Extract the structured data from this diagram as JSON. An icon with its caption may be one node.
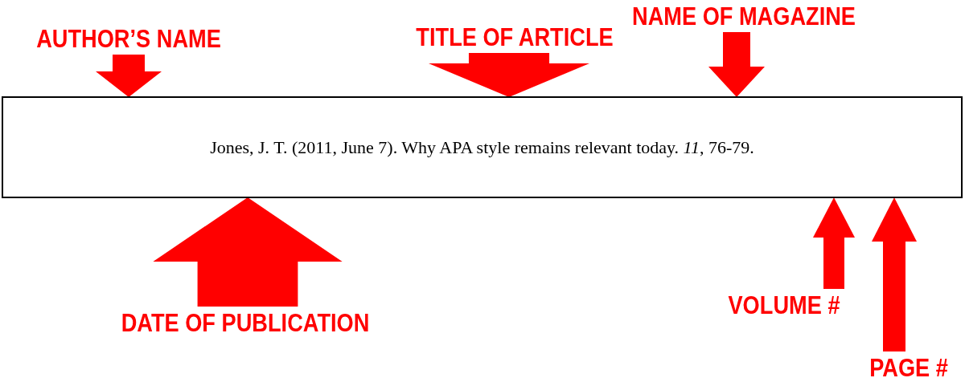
{
  "diagram": {
    "nodes": [
      {
        "text": [
          "AUTHOR’S NAME"
        ]
      },
      {
        "text": [
          "TITLE OF ARTICLE"
        ]
      },
      {
        "text": [
          "NAME OF MAGAZINE"
        ]
      },
      {
        "text": [
          "Jones, J. T. (2011, June 7). Why APA style remains relevant today. *11*, 76-79."
        ]
      },
      {
        "text": [
          "DATE OF PUBLICATION"
        ]
      },
      {
        "text": [
          "VOLUME #"
        ]
      },
      {
        "text": [
          "PAGE #"
        ]
      }
    ],
    "edges": [
      {
        "from": 0,
        "to": 3,
        "arrow": "to"
      },
      {
        "from": 1,
        "to": 3,
        "arrow": "to",
        "style": "thick"
      },
      {
        "from": 2,
        "to": 3,
        "arrow": "to"
      },
      {
        "from": 4,
        "to": 3,
        "arrow": "to",
        "style": "thick"
      },
      {
        "from": 5,
        "to": 3,
        "arrow": "to"
      },
      {
        "from": 6,
        "to": 3,
        "arrow": "to"
      }
    ]
  }
}
